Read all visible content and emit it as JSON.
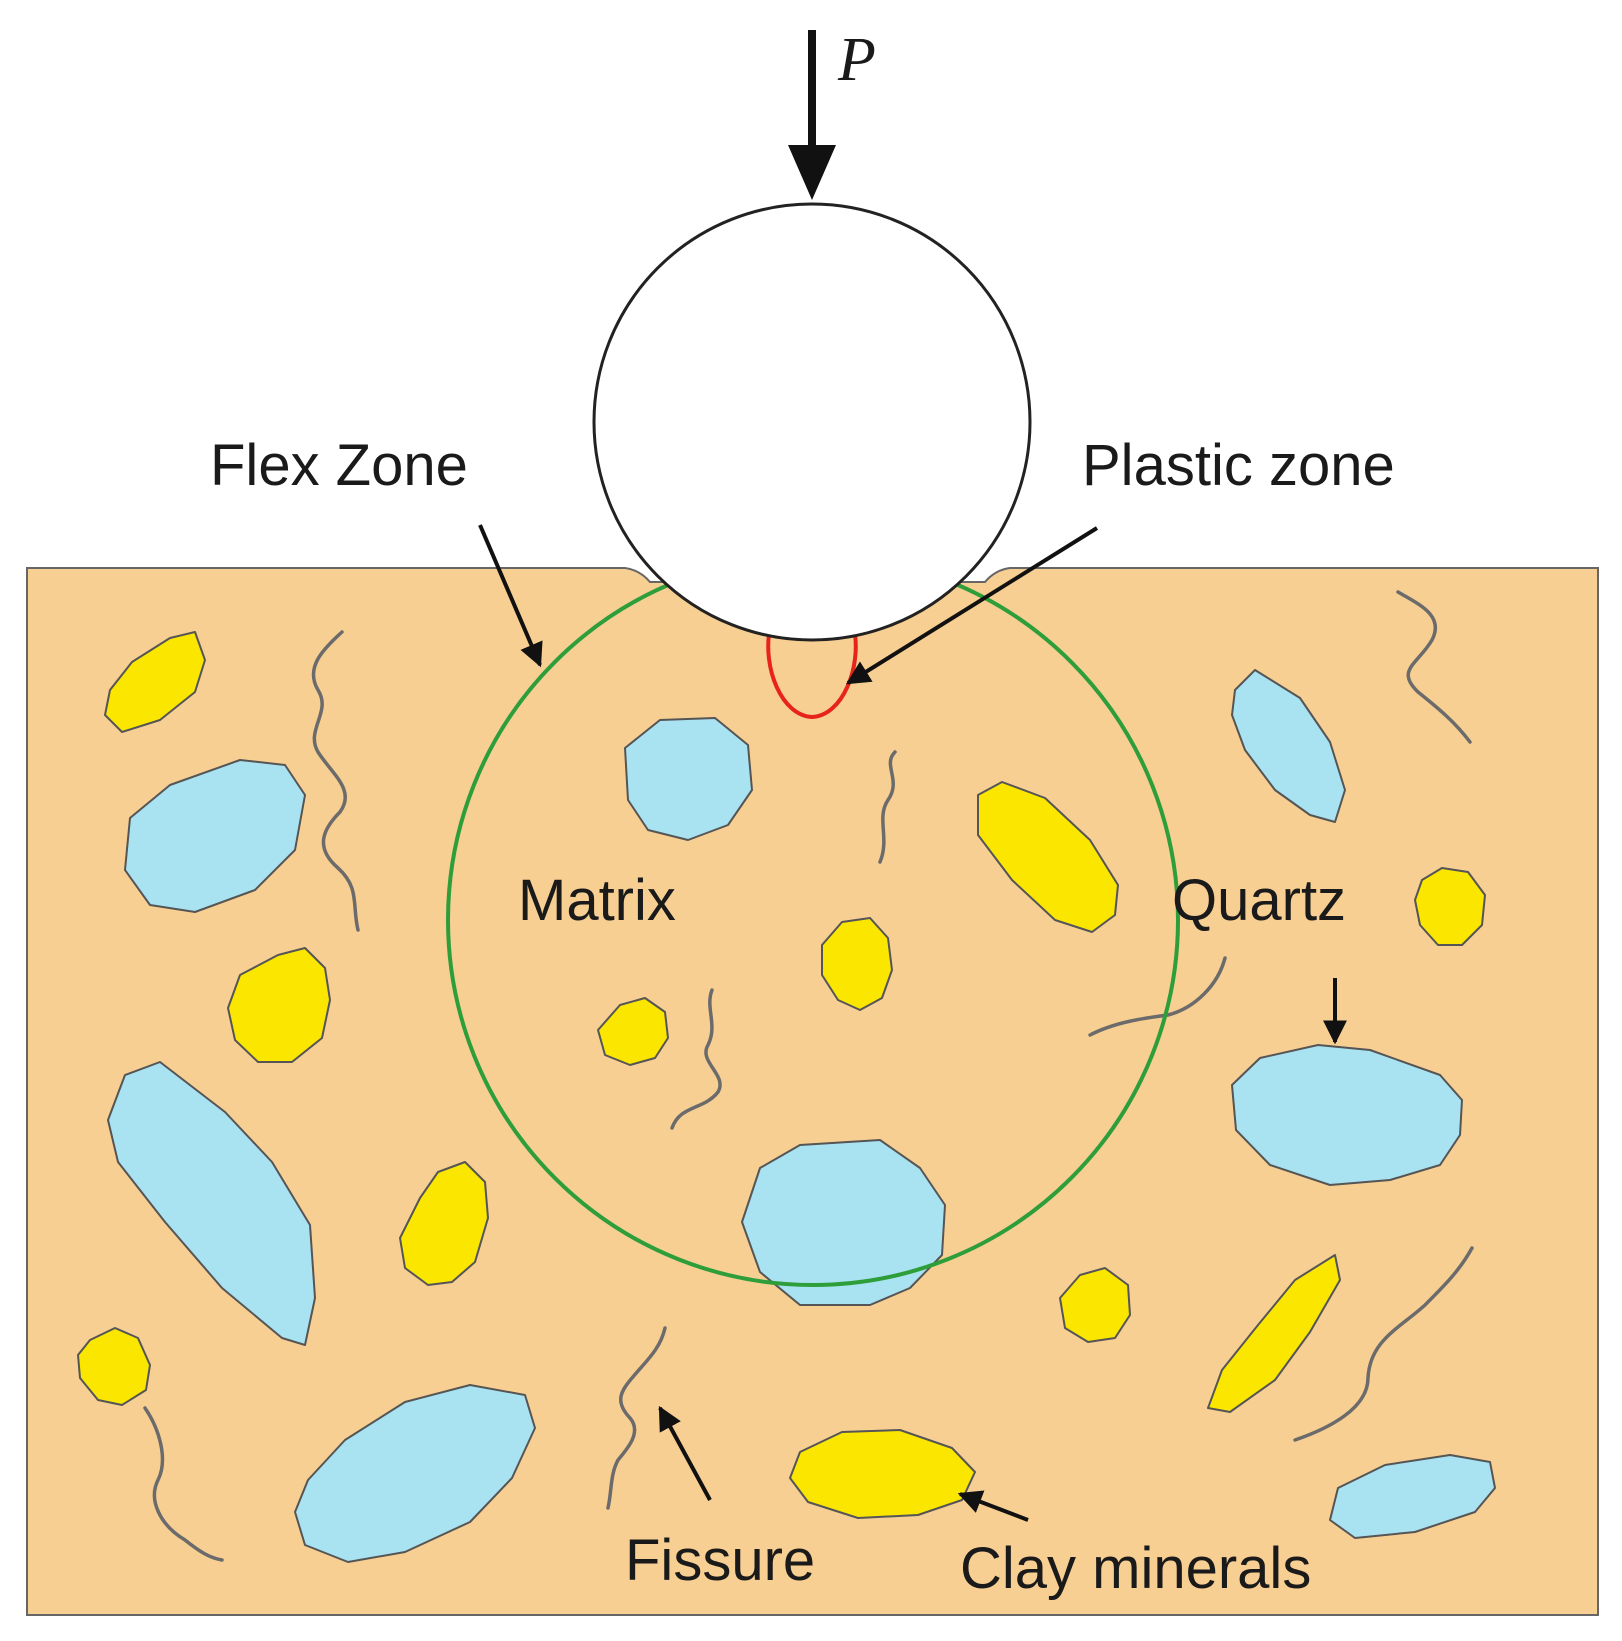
{
  "diagram": {
    "force_label": "P",
    "labels": {
      "flex_zone": "Flex Zone",
      "plastic_zone": "Plastic zone",
      "matrix": "Matrix",
      "quartz": "Quartz",
      "fissure": "Fissure",
      "clay_minerals": "Clay minerals"
    },
    "colors": {
      "matrix_fill": "#f8cf92",
      "matrix_border": "#666666",
      "quartz_fill": "#a9e2f0",
      "clay_fill": "#fbe600",
      "flex_zone_circle": "#2e9e3a",
      "plastic_zone_outline": "#e8231c",
      "indenter_fill": "#ffffff",
      "fissure_stroke": "#6b6b6b",
      "arrow": "#111111"
    }
  }
}
